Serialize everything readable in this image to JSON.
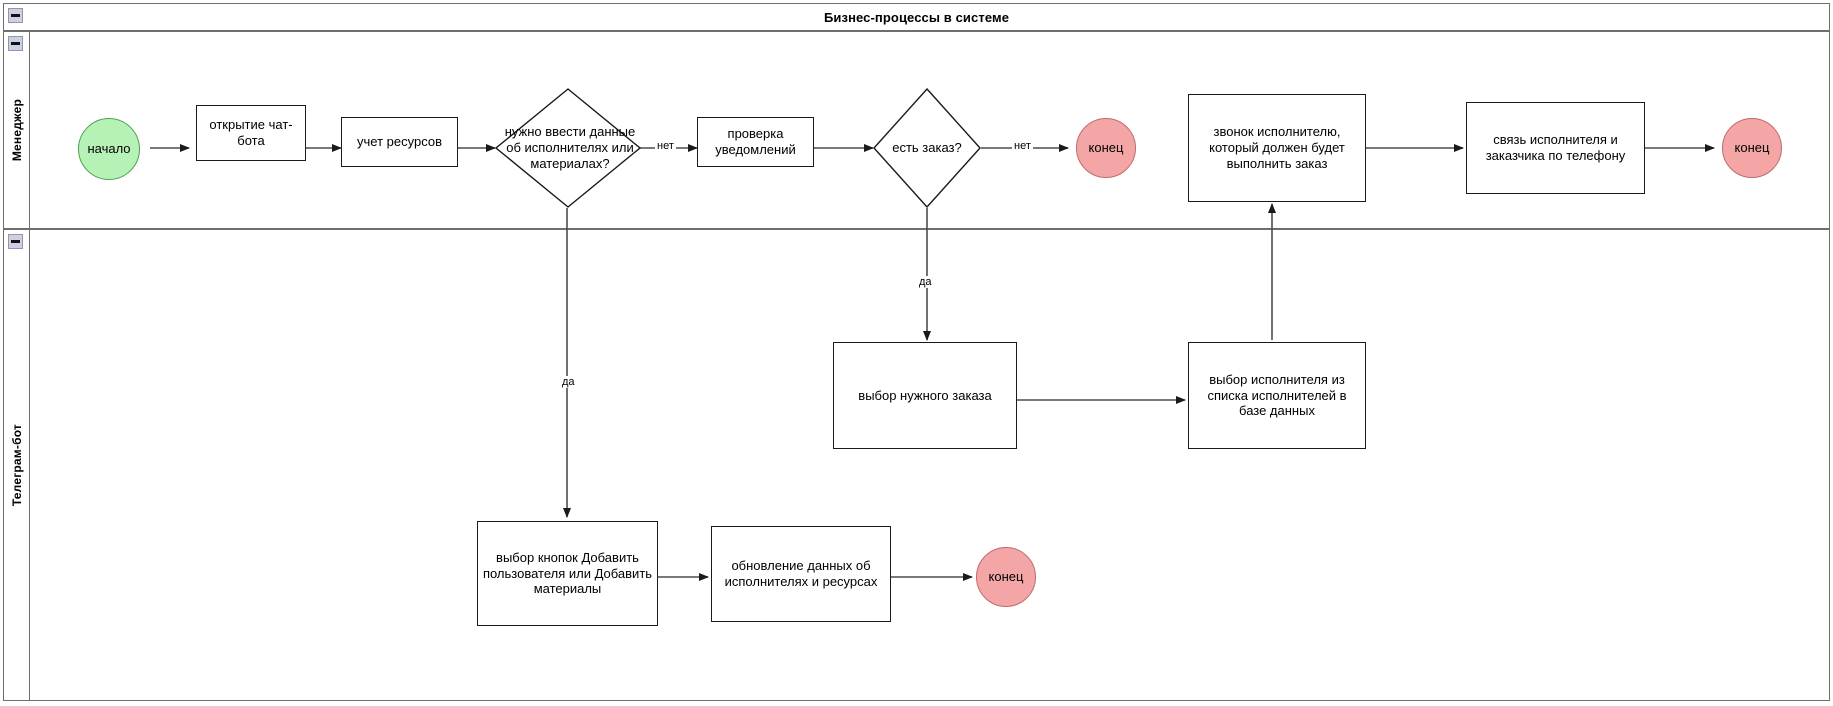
{
  "pool": {
    "title": "Бизнес-процессы в системе",
    "collapse_icon": "collapse-minus-icon"
  },
  "lanes": [
    {
      "id": "manager",
      "label": "Менеджер",
      "collapse_icon": "collapse-minus-icon"
    },
    {
      "id": "telegram",
      "label": "Телеграм-бот",
      "collapse_icon": "collapse-minus-icon"
    }
  ],
  "colors": {
    "start_fill": "#b6f2b6",
    "start_stroke": "#4f9e4f",
    "end_fill": "#f4a6a6",
    "end_stroke": "#c06a6a",
    "node_stroke": "#1a1a1a",
    "lane_stroke": "#6e6e6e",
    "collapse_fill": "#cdd0e3"
  },
  "nodes": [
    {
      "id": "n1",
      "lane": "manager",
      "shape": "start",
      "label": "начало"
    },
    {
      "id": "n2",
      "lane": "manager",
      "shape": "task",
      "label": "открытие чат-бота"
    },
    {
      "id": "n3",
      "lane": "manager",
      "shape": "task",
      "label": "учет ресурсов"
    },
    {
      "id": "n4",
      "lane": "manager",
      "shape": "decision",
      "label": "нужно ввести данные об исполнителях или материалах?"
    },
    {
      "id": "n5",
      "lane": "manager",
      "shape": "task",
      "label": "проверка уведомлений"
    },
    {
      "id": "n6",
      "lane": "manager",
      "shape": "decision",
      "label": "есть заказ?"
    },
    {
      "id": "n7",
      "lane": "manager",
      "shape": "end",
      "label": "конец"
    },
    {
      "id": "n8",
      "lane": "manager",
      "shape": "task",
      "label": "звонок исполнителю, который должен будет выполнить заказ"
    },
    {
      "id": "n9",
      "lane": "manager",
      "shape": "task",
      "label": "связь исполнителя и заказчика по телефону"
    },
    {
      "id": "n10",
      "lane": "manager",
      "shape": "end",
      "label": "конец"
    },
    {
      "id": "n11",
      "lane": "telegram",
      "shape": "task",
      "label": "выбор нужного заказа"
    },
    {
      "id": "n12",
      "lane": "telegram",
      "shape": "task",
      "label": "выбор исполнителя из списка исполнителей в базе данных"
    },
    {
      "id": "n13",
      "lane": "telegram",
      "shape": "task",
      "label": "выбор кнопок Добавить пользователя или Добавить материалы"
    },
    {
      "id": "n14",
      "lane": "telegram",
      "shape": "task",
      "label": "обновление данных об исполнителях и ресурсах"
    },
    {
      "id": "n15",
      "lane": "telegram",
      "shape": "end",
      "label": "конец"
    }
  ],
  "edges": [
    {
      "from": "n1",
      "to": "n2",
      "label": ""
    },
    {
      "from": "n2",
      "to": "n3",
      "label": ""
    },
    {
      "from": "n3",
      "to": "n4",
      "label": ""
    },
    {
      "from": "n4",
      "to": "n5",
      "label": "нет"
    },
    {
      "from": "n4",
      "to": "n13",
      "label": "да"
    },
    {
      "from": "n5",
      "to": "n6",
      "label": ""
    },
    {
      "from": "n6",
      "to": "n7",
      "label": "нет"
    },
    {
      "from": "n6",
      "to": "n11",
      "label": "да"
    },
    {
      "from": "n11",
      "to": "n12",
      "label": ""
    },
    {
      "from": "n12",
      "to": "n8",
      "label": ""
    },
    {
      "from": "n8",
      "to": "n9",
      "label": ""
    },
    {
      "from": "n9",
      "to": "n10",
      "label": ""
    },
    {
      "from": "n13",
      "to": "n14",
      "label": ""
    },
    {
      "from": "n14",
      "to": "n15",
      "label": ""
    }
  ]
}
